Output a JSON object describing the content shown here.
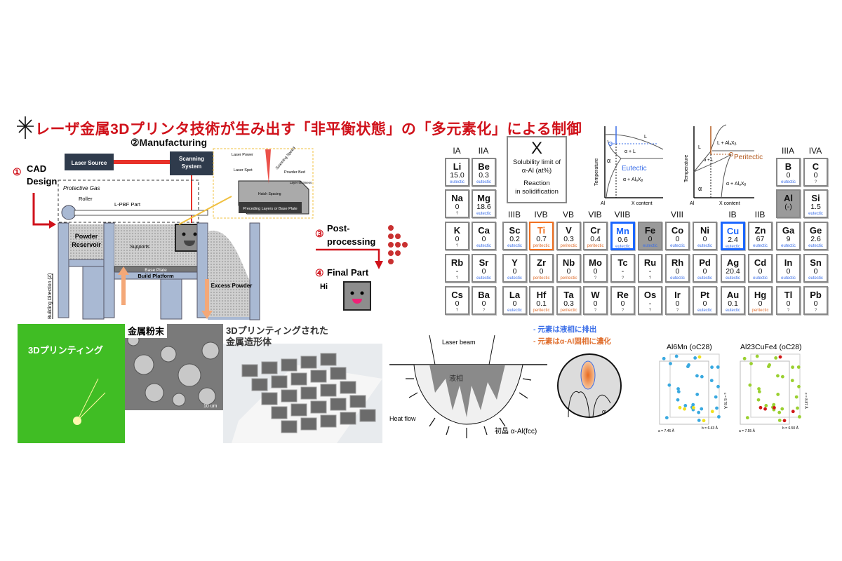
{
  "title": "レーザ金属3Dプリンタ技術が生み出す「非平衡状態」の「多元素化」による制御",
  "process": {
    "step1": "① CAD",
    "step1b": "Design",
    "step2": "②Manufacturing",
    "step3": "③ Post-",
    "step3b": "processing",
    "step4": "④ Final Part",
    "laser_source": "Laser Source",
    "scanning_system_1": "Scanning",
    "scanning_system_2": "System",
    "protective_gas": "Protective Gas",
    "roller": "Roller",
    "lpbf_part": "L-PBF Part",
    "powder_reservoir_1": "Powder",
    "powder_reservoir_2": "Reservoir",
    "supports": "Supports",
    "base_plate": "Base Plate",
    "build_platform": "Build Platform",
    "excess_powder": "Excess Powder",
    "building_direction": "Building Direction (Z)",
    "hi": "Hi",
    "inset": {
      "laser_power": "Laser Power",
      "scanning_speed": "Scanning Speed",
      "laser_spot": "Laser Spot",
      "powder_bed": "Powder Bed",
      "layer_thickness": "Layer thickness",
      "hatch_spacing": "Hatch Spacing",
      "preceding_layers": "Preceding Layers or Base Plate"
    }
  },
  "photos": {
    "printing_label": "3Dプリンティング",
    "powder_label": "金属粉末",
    "scale": "10 um",
    "printed_label_1": "3Dプリンティングされた",
    "printed_label_2": "金属造形体"
  },
  "legend": {
    "symbol": "X",
    "line1": "Solubility limit of",
    "line2": "α-Al (at%)",
    "line3": "Reaction",
    "line4": "in solidification"
  },
  "phase_diagrams": {
    "temperature": "Temperature",
    "al": "Al",
    "x_content": "X content",
    "L": "L",
    "alpha": "α",
    "alpha_L": "α + L",
    "alpha_AlX": "α + AlₐXᵦ",
    "L_AlX": "L + AlₐXᵦ",
    "eutectic": "Eutectic",
    "peritectic": "Peritectic"
  },
  "colors": {
    "eutectic": "#3a6ee8",
    "peritectic": "#e07030",
    "unknown": "#555555",
    "title": "#d0121b"
  },
  "periodic_table": {
    "groups": [
      {
        "label": "IA",
        "col": 0,
        "row": "top"
      },
      {
        "label": "IIA",
        "col": 1,
        "row": "top"
      },
      {
        "label": "IIIB",
        "col": 2,
        "row": "mid"
      },
      {
        "label": "IVB",
        "col": 3,
        "row": "mid"
      },
      {
        "label": "VB",
        "col": 4,
        "row": "mid"
      },
      {
        "label": "VIB",
        "col": 5,
        "row": "mid"
      },
      {
        "label": "VIIB",
        "col": 6,
        "row": "mid"
      },
      {
        "label": "VIII",
        "col": 8,
        "row": "mid"
      },
      {
        "label": "IB",
        "col": 10,
        "row": "mid"
      },
      {
        "label": "IIB",
        "col": 11,
        "row": "mid"
      },
      {
        "label": "IIIA",
        "col": 12,
        "row": "top"
      },
      {
        "label": "IVA",
        "col": 13,
        "row": "top"
      }
    ],
    "cells": [
      {
        "s": "Li",
        "v": "15.0",
        "r": "eutectic",
        "c": 0,
        "p": 2
      },
      {
        "s": "Be",
        "v": "0.3",
        "r": "eutectic",
        "c": 1,
        "p": 2
      },
      {
        "s": "B",
        "v": "0",
        "r": "eutectic",
        "c": 12,
        "p": 2
      },
      {
        "s": "C",
        "v": "0",
        "r": "?",
        "c": 13,
        "p": 2
      },
      {
        "s": "Na",
        "v": "0",
        "r": "?",
        "c": 0,
        "p": 3
      },
      {
        "s": "Mg",
        "v": "18.6",
        "r": "eutectic",
        "c": 1,
        "p": 3
      },
      {
        "s": "Al",
        "v": "(-)",
        "r": "",
        "c": 12,
        "p": 3,
        "hl": "gray"
      },
      {
        "s": "Si",
        "v": "1.5",
        "r": "eutectic",
        "c": 13,
        "p": 3
      },
      {
        "s": "K",
        "v": "0",
        "r": "?",
        "c": 0,
        "p": 4
      },
      {
        "s": "Ca",
        "v": "0",
        "r": "eutectic",
        "c": 1,
        "p": 4
      },
      {
        "s": "Sc",
        "v": "0.2",
        "r": "eutectic",
        "c": 2,
        "p": 4
      },
      {
        "s": "Ti",
        "v": "0.7",
        "r": "peritectic",
        "c": 3,
        "p": 4,
        "hl": "orange"
      },
      {
        "s": "V",
        "v": "0.3",
        "r": "peritectic",
        "c": 4,
        "p": 4
      },
      {
        "s": "Cr",
        "v": "0.4",
        "r": "peritectic",
        "c": 5,
        "p": 4
      },
      {
        "s": "Mn",
        "v": "0.6",
        "r": "eutectic",
        "c": 6,
        "p": 4,
        "hl": "blue"
      },
      {
        "s": "Fe",
        "v": "0",
        "r": "eutectic",
        "c": 7,
        "p": 4,
        "hl": "gray"
      },
      {
        "s": "Co",
        "v": "0",
        "r": "eutectic",
        "c": 8,
        "p": 4
      },
      {
        "s": "Ni",
        "v": "0",
        "r": "eutectic",
        "c": 9,
        "p": 4
      },
      {
        "s": "Cu",
        "v": "2.4",
        "r": "eutectic",
        "c": 10,
        "p": 4,
        "hl": "blue"
      },
      {
        "s": "Zn",
        "v": "67",
        "r": "eutectic",
        "c": 11,
        "p": 4
      },
      {
        "s": "Ga",
        "v": "9",
        "r": "eutectic",
        "c": 12,
        "p": 4
      },
      {
        "s": "Ge",
        "v": "2.6",
        "r": "eutectic",
        "c": 13,
        "p": 4
      },
      {
        "s": "Rb",
        "v": "-",
        "r": "?",
        "c": 0,
        "p": 5
      },
      {
        "s": "Sr",
        "v": "0",
        "r": "eutectic",
        "c": 1,
        "p": 5
      },
      {
        "s": "Y",
        "v": "0",
        "r": "eutectic",
        "c": 2,
        "p": 5
      },
      {
        "s": "Zr",
        "v": "0",
        "r": "peritectic",
        "c": 3,
        "p": 5
      },
      {
        "s": "Nb",
        "v": "0",
        "r": "peritectic",
        "c": 4,
        "p": 5
      },
      {
        "s": "Mo",
        "v": "0",
        "r": "?",
        "c": 5,
        "p": 5
      },
      {
        "s": "Tc",
        "v": "-",
        "r": "?",
        "c": 6,
        "p": 5
      },
      {
        "s": "Ru",
        "v": "-",
        "r": "?",
        "c": 7,
        "p": 5
      },
      {
        "s": "Rh",
        "v": "0",
        "r": "eutectic",
        "c": 8,
        "p": 5
      },
      {
        "s": "Pd",
        "v": "0",
        "r": "eutectic",
        "c": 9,
        "p": 5
      },
      {
        "s": "Ag",
        "v": "20.4",
        "r": "eutectic",
        "c": 10,
        "p": 5
      },
      {
        "s": "Cd",
        "v": "0",
        "r": "eutectic",
        "c": 11,
        "p": 5
      },
      {
        "s": "In",
        "v": "0",
        "r": "eutectic",
        "c": 12,
        "p": 5
      },
      {
        "s": "Sn",
        "v": "0",
        "r": "eutectic",
        "c": 13,
        "p": 5
      },
      {
        "s": "Cs",
        "v": "0",
        "r": "?",
        "c": 0,
        "p": 6
      },
      {
        "s": "Ba",
        "v": "0",
        "r": "?",
        "c": 1,
        "p": 6
      },
      {
        "s": "La",
        "v": "0",
        "r": "eutectic",
        "c": 2,
        "p": 6
      },
      {
        "s": "Hf",
        "v": "0.1",
        "r": "peritectic",
        "c": 3,
        "p": 6
      },
      {
        "s": "Ta",
        "v": "0.3",
        "r": "peritectic",
        "c": 4,
        "p": 6
      },
      {
        "s": "W",
        "v": "0",
        "r": "?",
        "c": 5,
        "p": 6
      },
      {
        "s": "Re",
        "v": "0",
        "r": "?",
        "c": 6,
        "p": 6
      },
      {
        "s": "Os",
        "v": "-",
        "r": "?",
        "c": 7,
        "p": 6
      },
      {
        "s": "Ir",
        "v": "0",
        "r": "?",
        "c": 8,
        "p": 6
      },
      {
        "s": "Pt",
        "v": "0",
        "r": "eutectic",
        "c": 9,
        "p": 6
      },
      {
        "s": "Au",
        "v": "0.1",
        "r": "eutectic",
        "c": 10,
        "p": 6
      },
      {
        "s": "Hg",
        "v": "0",
        "r": "peritectic",
        "c": 11,
        "p": 6
      },
      {
        "s": "Tl",
        "v": "0",
        "r": "?",
        "c": 12,
        "p": 6
      },
      {
        "s": "Pb",
        "v": "0",
        "r": "?",
        "c": 13,
        "p": 6
      }
    ]
  },
  "solidification": {
    "note_blue": "- 元素は液相に排出",
    "note_orange": "- 元素はα-Al固相に濃化",
    "laser_beam": "Laser beam",
    "liquid": "液相",
    "heat_flow": "Heat flow",
    "primary": "初晶 α-Al(fcc)",
    "alpha": "α"
  },
  "crystals": {
    "c1_title": "Al6Mn (oC28)",
    "c1_a": "a = 7.46 Å",
    "c1_b": "b = 6.43 Å",
    "c1_c": "c = 8.78 Å",
    "c2_title": "Al23CuFe4 (oC28)",
    "c2_a": "a = 7.55 Å",
    "c2_b": "b = 6.50 Å",
    "c2_c": "c = 8.87 Å"
  }
}
